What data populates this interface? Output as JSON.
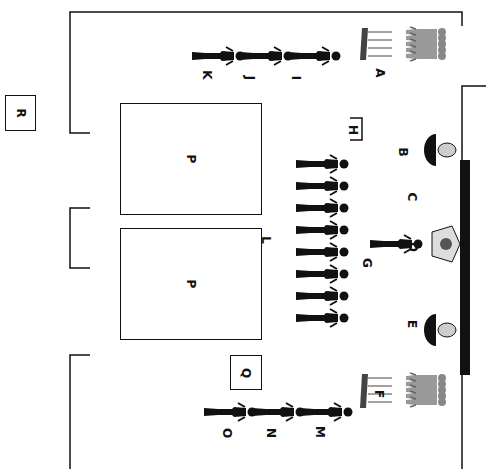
{
  "diagram": {
    "nodes": [
      {
        "text": [
          "R"
        ]
      },
      {
        "text": [
          "P"
        ]
      },
      {
        "text": [
          "P"
        ]
      },
      {
        "text": [
          "Q"
        ]
      }
    ],
    "labels": [
      "A",
      "B",
      "C",
      "D",
      "E",
      "F",
      "G",
      "H",
      "I",
      "J",
      "K",
      "L",
      "M",
      "N",
      "O"
    ]
  }
}
